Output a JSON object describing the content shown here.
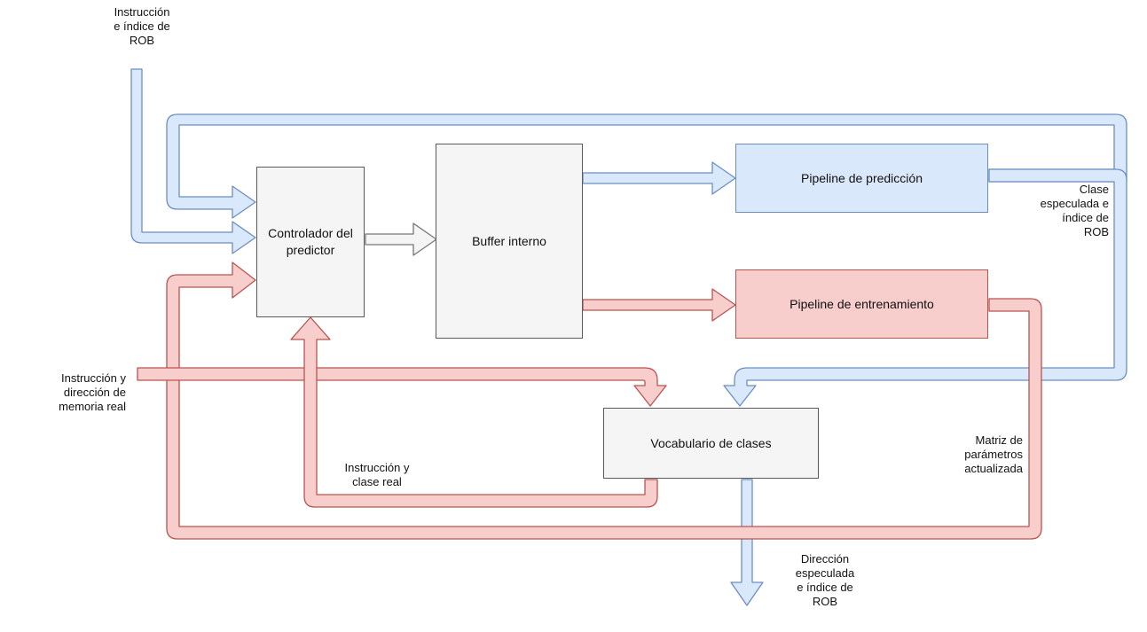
{
  "colors": {
    "blue_fill": "#dae8fc",
    "blue_stroke": "#6c8ebf",
    "red_fill": "#f8cecc",
    "red_stroke": "#b85450",
    "gray_fill": "#f5f5f5",
    "gray_stroke": "#666666"
  },
  "blocks": {
    "controller": "Controlador del predictor",
    "buffer": "Buffer interno",
    "prediction": "Pipeline de predicción",
    "training": "Pipeline de entrenamiento",
    "vocabulary": "Vocabulario de clases"
  },
  "labels": {
    "input_instruction_rob": "Instrucción\ne índice de\nROB",
    "input_instruction_memory": "Instrucción y\ndirección de\nmemoria real",
    "speculated_class": "Clase\nespeculada e\níndice de\nROB",
    "instruction_real_class": "Instrucción y\nclase real",
    "updated_matrix": "Matriz de\nparámetros\nactualizada",
    "speculated_address": "Dirección\nespeculada\ne índice de\nROB"
  }
}
